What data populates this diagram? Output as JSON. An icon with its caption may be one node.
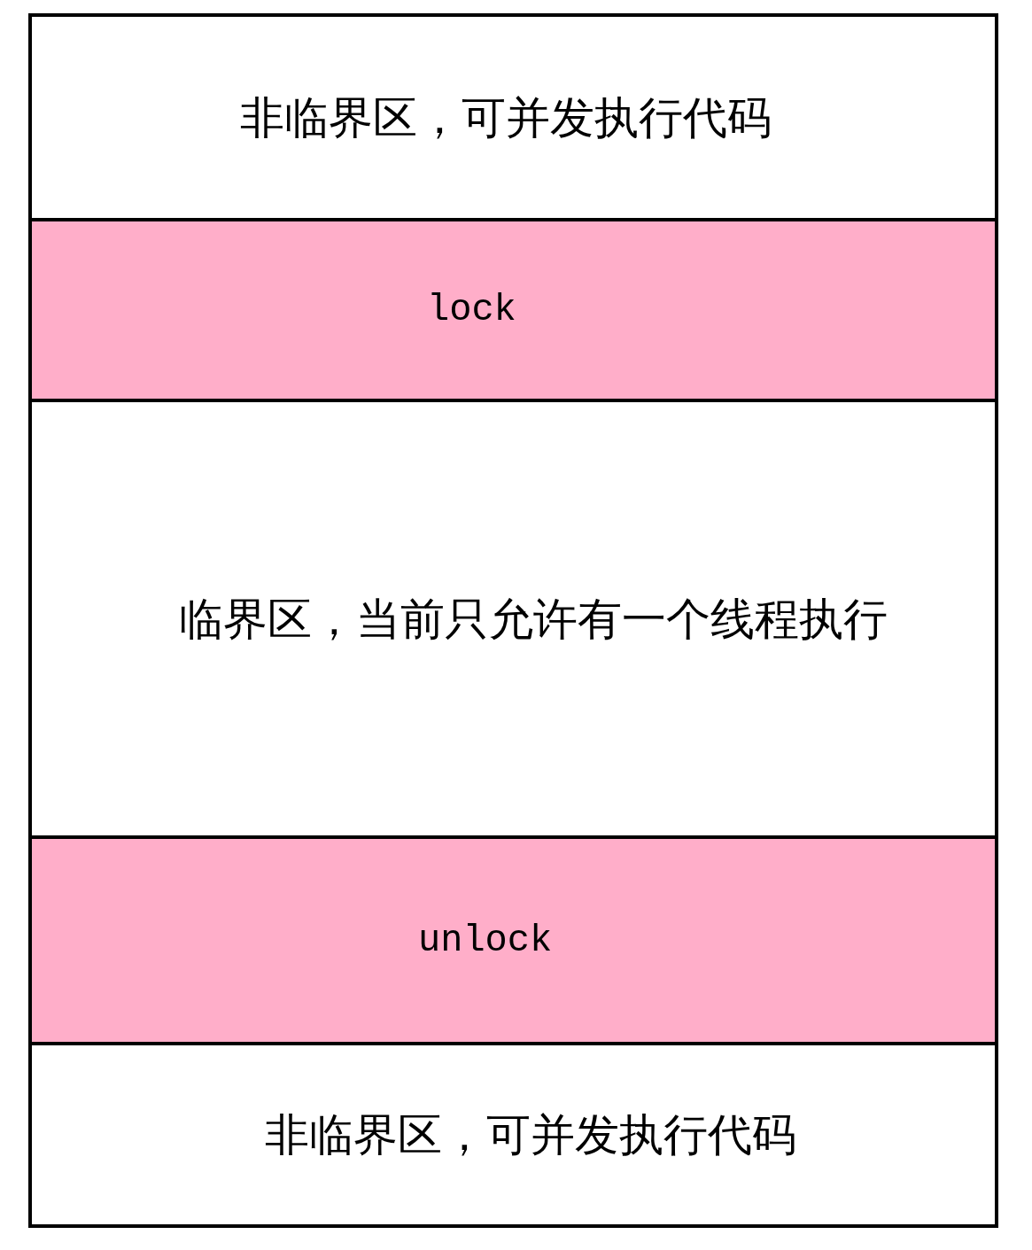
{
  "diagram": {
    "nodes": [
      {
        "text": [
          "非临界区，可并发执行代码"
        ]
      },
      {
        "text": [
          "lock"
        ]
      },
      {
        "text": [
          "临界区，当前只允许有一个线程执行"
        ]
      },
      {
        "text": [
          "unlock"
        ]
      },
      {
        "text": [
          "非临界区，可并发执行代码"
        ]
      }
    ]
  }
}
